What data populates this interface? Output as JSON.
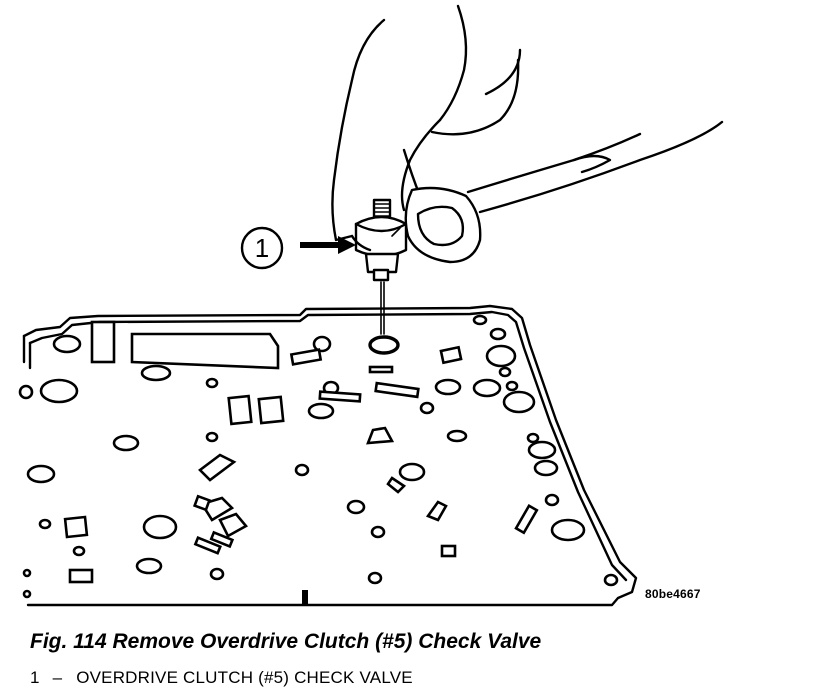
{
  "figure": {
    "callout_number": "1",
    "reference_code": "80be4667"
  },
  "caption": {
    "text": "Fig. 114 Remove Overdrive Clutch (#5) Check Valve"
  },
  "legend": {
    "items": [
      {
        "number": "1",
        "separator": "–",
        "label": "OVERDRIVE CLUTCH (#5) CHECK VALVE"
      }
    ]
  }
}
